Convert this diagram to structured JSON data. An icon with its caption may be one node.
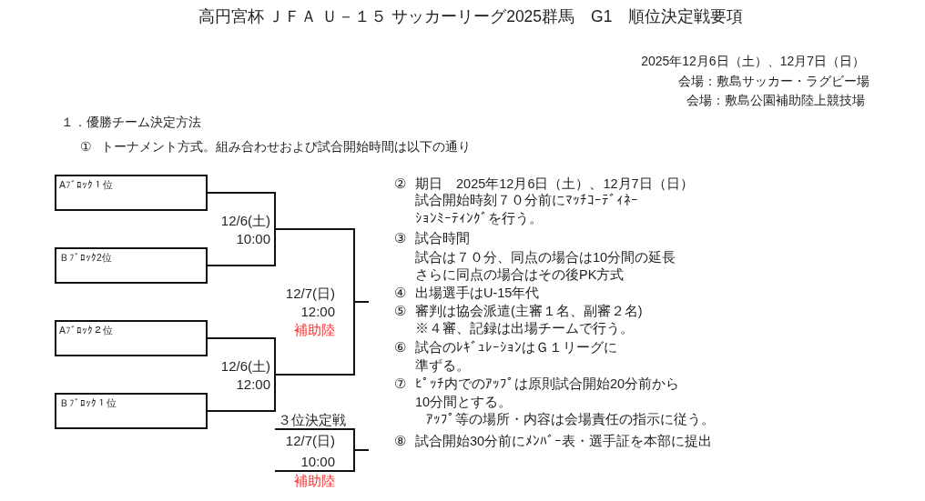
{
  "diagram": {
    "title": "高円宮杯 ＪＦＡ Ｕ－１５ サッカーリーグ2025群馬　G1　順位決定戦要項",
    "nodes": [
      {
        "text": [
          "Aﾌﾞﾛｯｸ１位"
        ]
      },
      {
        "text": [
          "12/6(土)",
          "10:00"
        ]
      },
      {
        "text": [
          "Ｂﾌﾞﾛｯｸ2位"
        ]
      },
      {
        "text": [
          "12/7(日)",
          "12:00",
          "補助陸"
        ]
      },
      {
        "text": [
          "Aﾌﾞﾛｯｸ２位"
        ]
      },
      {
        "text": [
          "12/6(土)",
          "12:00"
        ]
      },
      {
        "text": [
          "Ｂﾌﾞﾛｯｸ１位"
        ]
      },
      {
        "text": [
          "３位決定戦",
          "12/7(日)",
          "10:00",
          "補助陸"
        ]
      }
    ],
    "edges": [
      {
        "from": 0,
        "to": 1,
        "arrow": "none"
      },
      {
        "from": 2,
        "to": 1,
        "arrow": "none"
      },
      {
        "from": 1,
        "to": 3,
        "arrow": "none"
      },
      {
        "from": 4,
        "to": 5,
        "arrow": "none"
      },
      {
        "from": 6,
        "to": 5,
        "arrow": "none"
      },
      {
        "from": 5,
        "to": 3,
        "arrow": "none"
      },
      {
        "from": 3,
        "to": null,
        "arrow": "none"
      },
      {
        "from": 7,
        "to": null,
        "arrow": "none"
      }
    ],
    "labels": [
      "2025年12月6日（土）、12月7日（日）",
      "会場：敷島サッカー・ラグビー場",
      "会場：敷島公園補助陸上競技場",
      "１．優勝チーム決定方法",
      "①",
      "トーナメント方式。組み合わせおよび試合開始時間は以下の通り",
      "②",
      "期日　2025年12月6日（土）、12月7日（日）",
      "試合開始時刻７０分前にﾏｯﾁｺｰﾃﾞｨﾈｰｼｮﾝﾐｰﾃｨﾝｸﾞを行う。",
      "③",
      "試合時間",
      "試合は７０分、同点の場合は10分間の延長",
      "さらに同点の場合はその後PK方式",
      "④",
      "出場選手はU-15年代",
      "⑤",
      "審判は協会派遣(主審１名、副審２名)",
      "※４審、記録は出場チームで行う。",
      "⑥",
      "試合のﾚｷﾞｭﾚｰｼｮﾝはＧ１リーグに準ずる。",
      "⑦",
      "ﾋﾟｯﾁ内でのｱｯﾌﾟは原則試合開始20分前から10分間とする。",
      "ｱｯﾌﾟ等の場所・内容は会場責任の指示に従う。",
      "⑧",
      "試合開始30分前にﾒﾝﾊﾞｰ表・選手証を本部に提出"
    ]
  }
}
